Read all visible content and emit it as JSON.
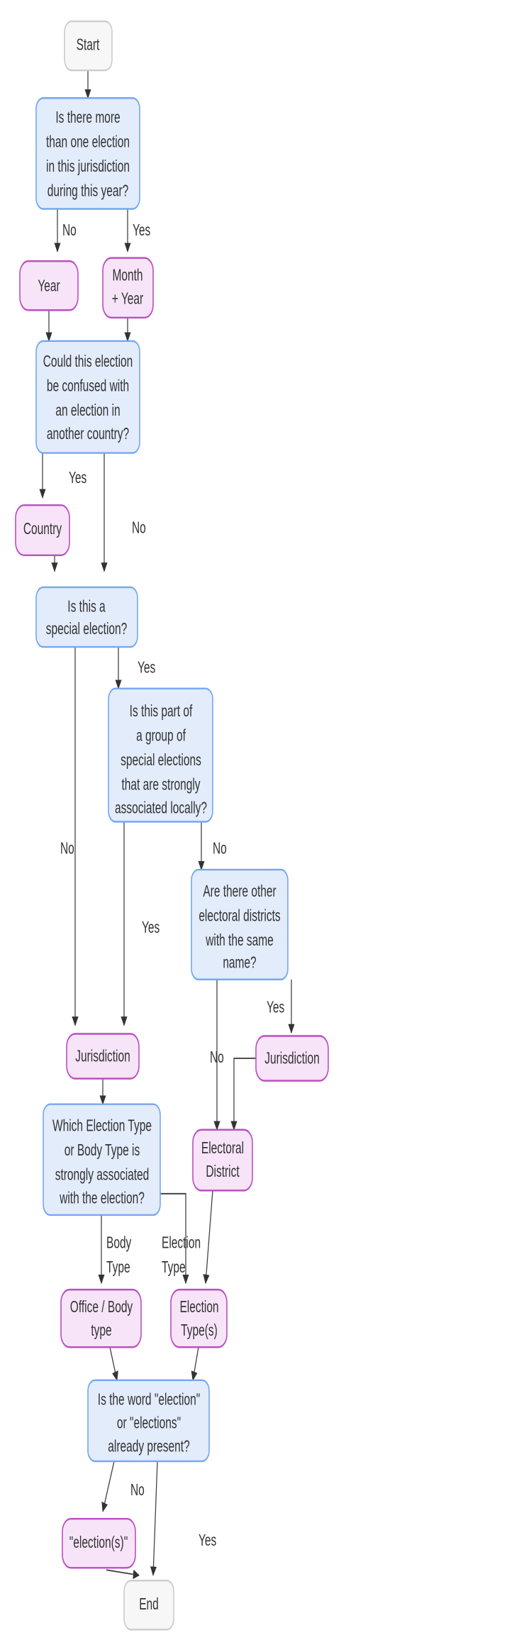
{
  "chart_data": {
    "type": "diagram",
    "diagram_type": "flowchart",
    "title": "Election naming decision flowchart",
    "orientation": "top-to-bottom",
    "node_kinds": {
      "terminal": "rounded grey capsule",
      "decision": "rounded blue box",
      "result": "rounded pink capsule"
    },
    "colors": {
      "decision_fill": "#e3ecfb",
      "decision_stroke": "#74a7f2",
      "result_fill": "#f7e4f8",
      "result_stroke": "#bc4fc0",
      "terminal_fill": "#f7f7f7",
      "terminal_stroke": "#cccccc",
      "edge": "#444444",
      "text": "#333333",
      "background": "#ffffff"
    },
    "nodes": [
      {
        "id": "start",
        "kind": "terminal",
        "label": "Start"
      },
      {
        "id": "multi",
        "kind": "decision",
        "label": "Is there more than one election in this jurisdiction during this year?"
      },
      {
        "id": "year",
        "kind": "result",
        "label": "Year"
      },
      {
        "id": "monthyear",
        "kind": "result",
        "label": "Month + Year"
      },
      {
        "id": "confused",
        "kind": "decision",
        "label": "Could this election be confused with an election in another country?"
      },
      {
        "id": "country",
        "kind": "result",
        "label": "Country"
      },
      {
        "id": "special",
        "kind": "decision",
        "label": "Is this a special election?"
      },
      {
        "id": "group",
        "kind": "decision",
        "label": "Is this part of a group of special elections that are strongly associated locally?"
      },
      {
        "id": "districts",
        "kind": "decision",
        "label": "Are there other electoral districts with the same name?"
      },
      {
        "id": "juris1",
        "kind": "result",
        "label": "Jurisdiction"
      },
      {
        "id": "juris2",
        "kind": "result",
        "label": "Jurisdiction"
      },
      {
        "id": "electdist",
        "kind": "result",
        "label": "Electoral District"
      },
      {
        "id": "whichtype",
        "kind": "decision",
        "label": "Which Election Type or Body Type is strongly associated with the election?"
      },
      {
        "id": "officebody",
        "kind": "result",
        "label": "Office / Body type"
      },
      {
        "id": "electtypes",
        "kind": "result",
        "label": "Election Type(s)"
      },
      {
        "id": "wordpresent",
        "kind": "decision",
        "label": "Is the word \"election\" or \"elections\" already present?"
      },
      {
        "id": "electionword",
        "kind": "result",
        "label": "\"election(s)\""
      },
      {
        "id": "end",
        "kind": "terminal",
        "label": "End"
      }
    ],
    "edges": [
      {
        "from": "start",
        "to": "multi",
        "label": ""
      },
      {
        "from": "multi",
        "to": "year",
        "label": "No"
      },
      {
        "from": "multi",
        "to": "monthyear",
        "label": "Yes"
      },
      {
        "from": "year",
        "to": "confused",
        "label": ""
      },
      {
        "from": "monthyear",
        "to": "confused",
        "label": ""
      },
      {
        "from": "confused",
        "to": "country",
        "label": "Yes"
      },
      {
        "from": "confused",
        "to": "special",
        "label": "No"
      },
      {
        "from": "country",
        "to": "special",
        "label": ""
      },
      {
        "from": "special",
        "to": "juris1",
        "label": "No"
      },
      {
        "from": "special",
        "to": "group",
        "label": "Yes"
      },
      {
        "from": "group",
        "to": "juris1",
        "label": "Yes"
      },
      {
        "from": "group",
        "to": "districts",
        "label": "No"
      },
      {
        "from": "districts",
        "to": "electdist",
        "label": "No"
      },
      {
        "from": "districts",
        "to": "juris2",
        "label": "Yes"
      },
      {
        "from": "juris2",
        "to": "electdist",
        "label": ""
      },
      {
        "from": "juris1",
        "to": "whichtype",
        "label": ""
      },
      {
        "from": "whichtype",
        "to": "officebody",
        "label": "Body Type"
      },
      {
        "from": "whichtype",
        "to": "electtypes",
        "label": "Election Type"
      },
      {
        "from": "electdist",
        "to": "electtypes",
        "label": ""
      },
      {
        "from": "officebody",
        "to": "wordpresent",
        "label": ""
      },
      {
        "from": "electtypes",
        "to": "wordpresent",
        "label": ""
      },
      {
        "from": "wordpresent",
        "to": "electionword",
        "label": "No"
      },
      {
        "from": "wordpresent",
        "to": "end",
        "label": "Yes"
      },
      {
        "from": "electionword",
        "to": "end",
        "label": ""
      }
    ]
  },
  "nodes": {
    "start": {
      "line1": "Start"
    },
    "multi": {
      "line1": "Is there more",
      "line2": "than one election",
      "line3": "in this jurisdiction",
      "line4": "during this year?"
    },
    "year": {
      "line1": "Year"
    },
    "monthyear": {
      "line1": "Month",
      "line2": "+ Year"
    },
    "confused": {
      "line1": "Could this election",
      "line2": "be confused with",
      "line3": "an election in",
      "line4": "another country?"
    },
    "country": {
      "line1": "Country"
    },
    "special": {
      "line1": "Is this a",
      "line2": "special election?"
    },
    "group": {
      "line1": "Is this part of",
      "line2": "a group of",
      "line3": "special elections",
      "line4": "that are strongly",
      "line5": "associated locally?"
    },
    "districts": {
      "line1": "Are there other",
      "line2": "electoral districts",
      "line3": "with the same",
      "line4": "name?"
    },
    "juris1": {
      "line1": "Jurisdiction"
    },
    "juris2": {
      "line1": "Jurisdiction"
    },
    "electdist": {
      "line1": "Electoral",
      "line2": "District"
    },
    "whichtype": {
      "line1": "Which Election Type",
      "line2": "or Body Type is",
      "line3": "strongly associated",
      "line4": "with the election?"
    },
    "officebody": {
      "line1": "Office / Body",
      "line2": "type"
    },
    "electtypes": {
      "line1": "Election",
      "line2": "Type(s)"
    },
    "wordpresent": {
      "line1": "Is the word \"election\"",
      "line2": "or \"elections\"",
      "line3": "already present?"
    },
    "electionword": {
      "line1": "\"election(s)\""
    },
    "end": {
      "line1": "End"
    }
  },
  "edge_labels": {
    "multi_no": "No",
    "multi_yes": "Yes",
    "confused_yes": "Yes",
    "confused_no": "No",
    "special_no": "No",
    "special_yes": "Yes",
    "group_yes": "Yes",
    "group_no": "No",
    "districts_no": "No",
    "districts_yes": "Yes",
    "whichtype_body_1": "Body",
    "whichtype_body_2": "Type",
    "whichtype_elect_1": "Election",
    "whichtype_elect_2": "Type",
    "wordpresent_no": "No",
    "wordpresent_yes": "Yes"
  }
}
